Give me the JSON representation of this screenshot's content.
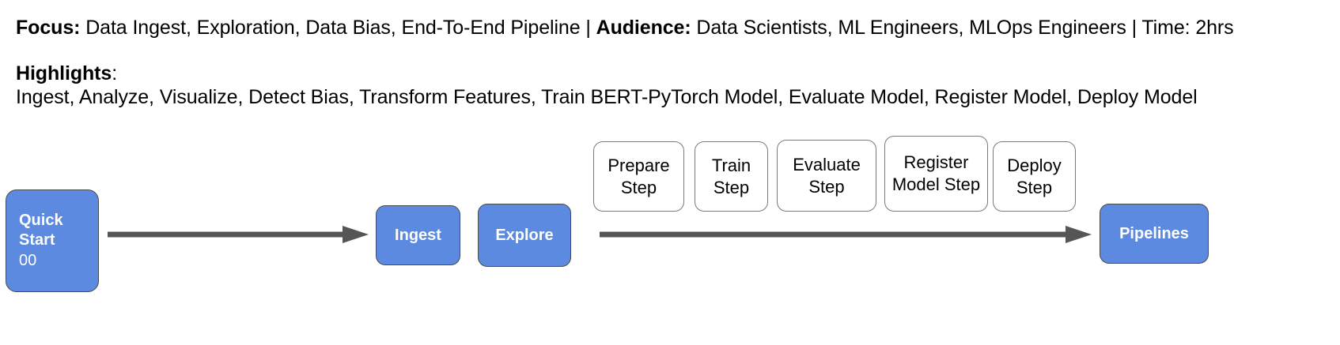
{
  "header": {
    "focus_label": "Focus:",
    "focus_value": " Data Ingest, Exploration, Data Bias, End-To-End Pipeline ",
    "divider_1": "| ",
    "audience_label": "Audience:",
    "audience_value": " Data Scientists, ML Engineers, MLOps Engineers | Time: 2hrs",
    "highlights_label": "Highlights",
    "highlights_colon": ":",
    "highlights_list": "Ingest, Analyze, Visualize, Detect Bias, Transform Features, Train BERT-PyTorch Model, Evaluate Model, Register Model, Deploy Model"
  },
  "diagram": {
    "quick_start": {
      "title": "Quick Start",
      "number": "00"
    },
    "ingest": "Ingest",
    "explore": "Explore",
    "pipelines": "Pipelines",
    "steps": [
      {
        "name": "prepare",
        "label": "Prepare Step"
      },
      {
        "name": "train",
        "label": "Train Step"
      },
      {
        "name": "evaluate",
        "label": "Evaluate Step"
      },
      {
        "name": "register",
        "label": "Register Model Step"
      },
      {
        "name": "deploy",
        "label": "Deploy Step"
      }
    ],
    "arrows": [
      {
        "name": "quickstart-to-ingest",
        "direction": "right"
      },
      {
        "name": "explore-to-pipelines",
        "direction": "right"
      }
    ]
  },
  "colors": {
    "node_blue": "#5b8ae0",
    "node_border": "#4a4a4a",
    "step_border": "#7a7a7a",
    "arrow": "#555555",
    "text": "#000000",
    "node_text": "#ffffff",
    "background": "#ffffff"
  }
}
